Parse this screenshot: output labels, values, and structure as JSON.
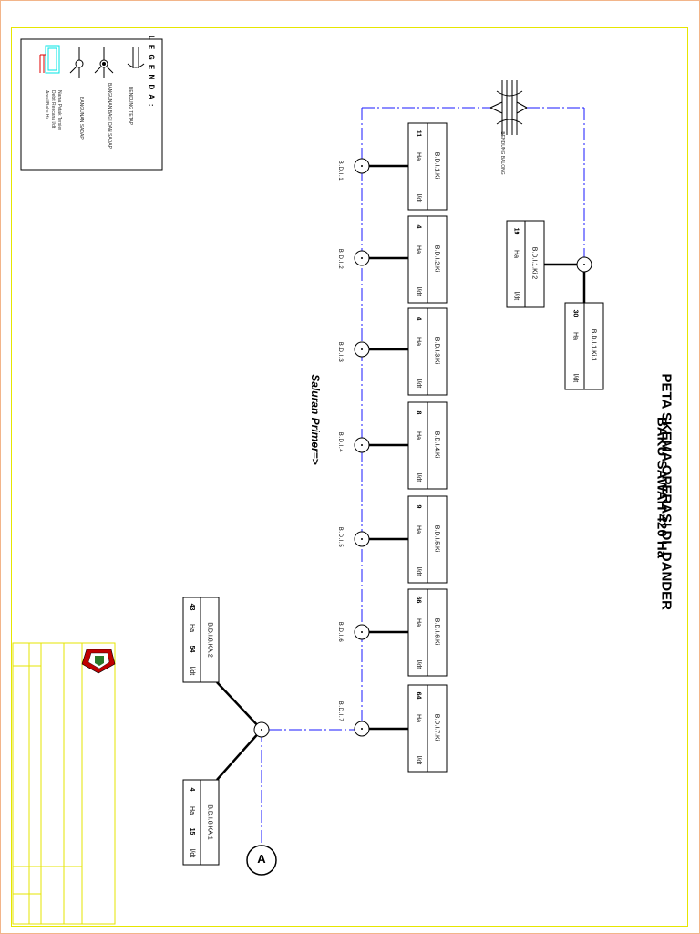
{
  "title_line1": "PETA SKEMA OPERASI DI. DANDER",
  "title_line2": "BAKU SAWAH 420 Ha",
  "channel_label": "Saluran Primer=>",
  "weir_label": "BENDUNG BALONG",
  "end_marker": "A",
  "units": {
    "ha": "Ha",
    "flow": "l/dt"
  },
  "legend": {
    "title": "L E G E N D A :",
    "items": [
      {
        "icon": "weir-icon",
        "label": "BENDUNG TETAP"
      },
      {
        "icon": "division-tapping-structure-icon",
        "label": "BANGUNAN BAGI DAN SADAP"
      },
      {
        "icon": "tapping-structure-icon",
        "label": "BANGUNAN SADAP"
      },
      {
        "icon": "plot-box-icon",
        "label": "Nama Petak Tersier"
      },
      {
        "icon": "plot-box-icon",
        "label": "Debit Rencana l/dt"
      },
      {
        "icon": "plot-box-icon",
        "label": "Areal/Baku Ha"
      }
    ]
  },
  "nodes": [
    "B.D.I.1",
    "B.D.I.2",
    "B.D.I.3",
    "B.D.I.4",
    "B.D.I.5",
    "B.D.I.6",
    "B.D.I.7"
  ],
  "plots_primary": [
    {
      "name": "B.D.I.1.Ki",
      "area": "11"
    },
    {
      "name": "B.D.I.2.Ki",
      "area": "4"
    },
    {
      "name": "B.D.I.3.Ki",
      "area": "4"
    },
    {
      "name": "B.D.I.4.Ki",
      "area": "8"
    },
    {
      "name": "B.D.I.5.Ki",
      "area": "9"
    },
    {
      "name": "B.D.I.6.Ki",
      "area": "66"
    },
    {
      "name": "B.D.I.7.Ki",
      "area": "64"
    }
  ],
  "plots_secondary": [
    {
      "name": "B.D.I.1.Ki.2",
      "area": "19"
    },
    {
      "name": "B.D.I.1.Ki.1",
      "area": "30"
    }
  ],
  "plots_branch": [
    {
      "name": "B.D.I.8.KA.2",
      "area": "43",
      "flow": "54"
    },
    {
      "name": "B.D.I.8.KA.1",
      "area": "4",
      "flow": "15"
    }
  ],
  "colors": {
    "channel": "#1a1aff",
    "frame": "#e6e600",
    "border": "#f2b58a",
    "legend_cyan": "#00e5e5",
    "legend_red": "#e00000"
  }
}
